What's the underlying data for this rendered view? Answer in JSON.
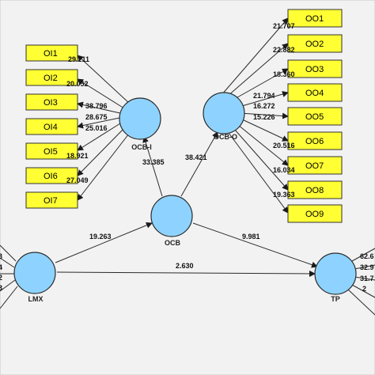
{
  "latents": {
    "ocb_i": {
      "label": "OCB-I",
      "color": "#8ed3ff"
    },
    "ocb_o": {
      "label": "OCB-O"
    },
    "ocb": {
      "label": "OCB"
    },
    "lmx": {
      "label": "LMX"
    },
    "tp": {
      "label": "TP"
    }
  },
  "indicators_ocb_i": [
    {
      "label": "OI1",
      "weight": "29.211"
    },
    {
      "label": "OI2",
      "weight": "20.052"
    },
    {
      "label": "OI3",
      "weight": "38.796"
    },
    {
      "label": "OI4",
      "weight": "28.675"
    },
    {
      "label": "OI5",
      "weight": "25.016"
    },
    {
      "label": "OI6",
      "weight": "18.921"
    },
    {
      "label": "OI7",
      "weight": "27.049"
    }
  ],
  "indicators_ocb_o": [
    {
      "label": "OO1",
      "weight": "21.707"
    },
    {
      "label": "OO2",
      "weight": "22.882"
    },
    {
      "label": "OO3",
      "weight": "18.360"
    },
    {
      "label": "OO4",
      "weight": "21.794"
    },
    {
      "label": "OO5",
      "weight": "16.272"
    },
    {
      "label": "OO6",
      "weight": "15.226"
    },
    {
      "label": "OO7",
      "weight": "20.516"
    },
    {
      "label": "OO8",
      "weight": "16.034"
    },
    {
      "label": "OO9",
      "weight": "19.363"
    }
  ],
  "paths": {
    "ocb_to_ocb_i": "33.385",
    "ocb_to_ocb_o": "38.421",
    "lmx_to_ocb": "19.263",
    "ocb_to_tp": "9.981",
    "lmx_to_tp": "2.630"
  },
  "lmx_weights": [
    "3",
    "4",
    "2",
    "3"
  ],
  "tp_weights": [
    "62.6",
    "32.9",
    "31.7",
    "2"
  ],
  "colors": {
    "indicator": "#ffff33",
    "latent": "#8ed3ff",
    "background": "#f2f2f2"
  }
}
